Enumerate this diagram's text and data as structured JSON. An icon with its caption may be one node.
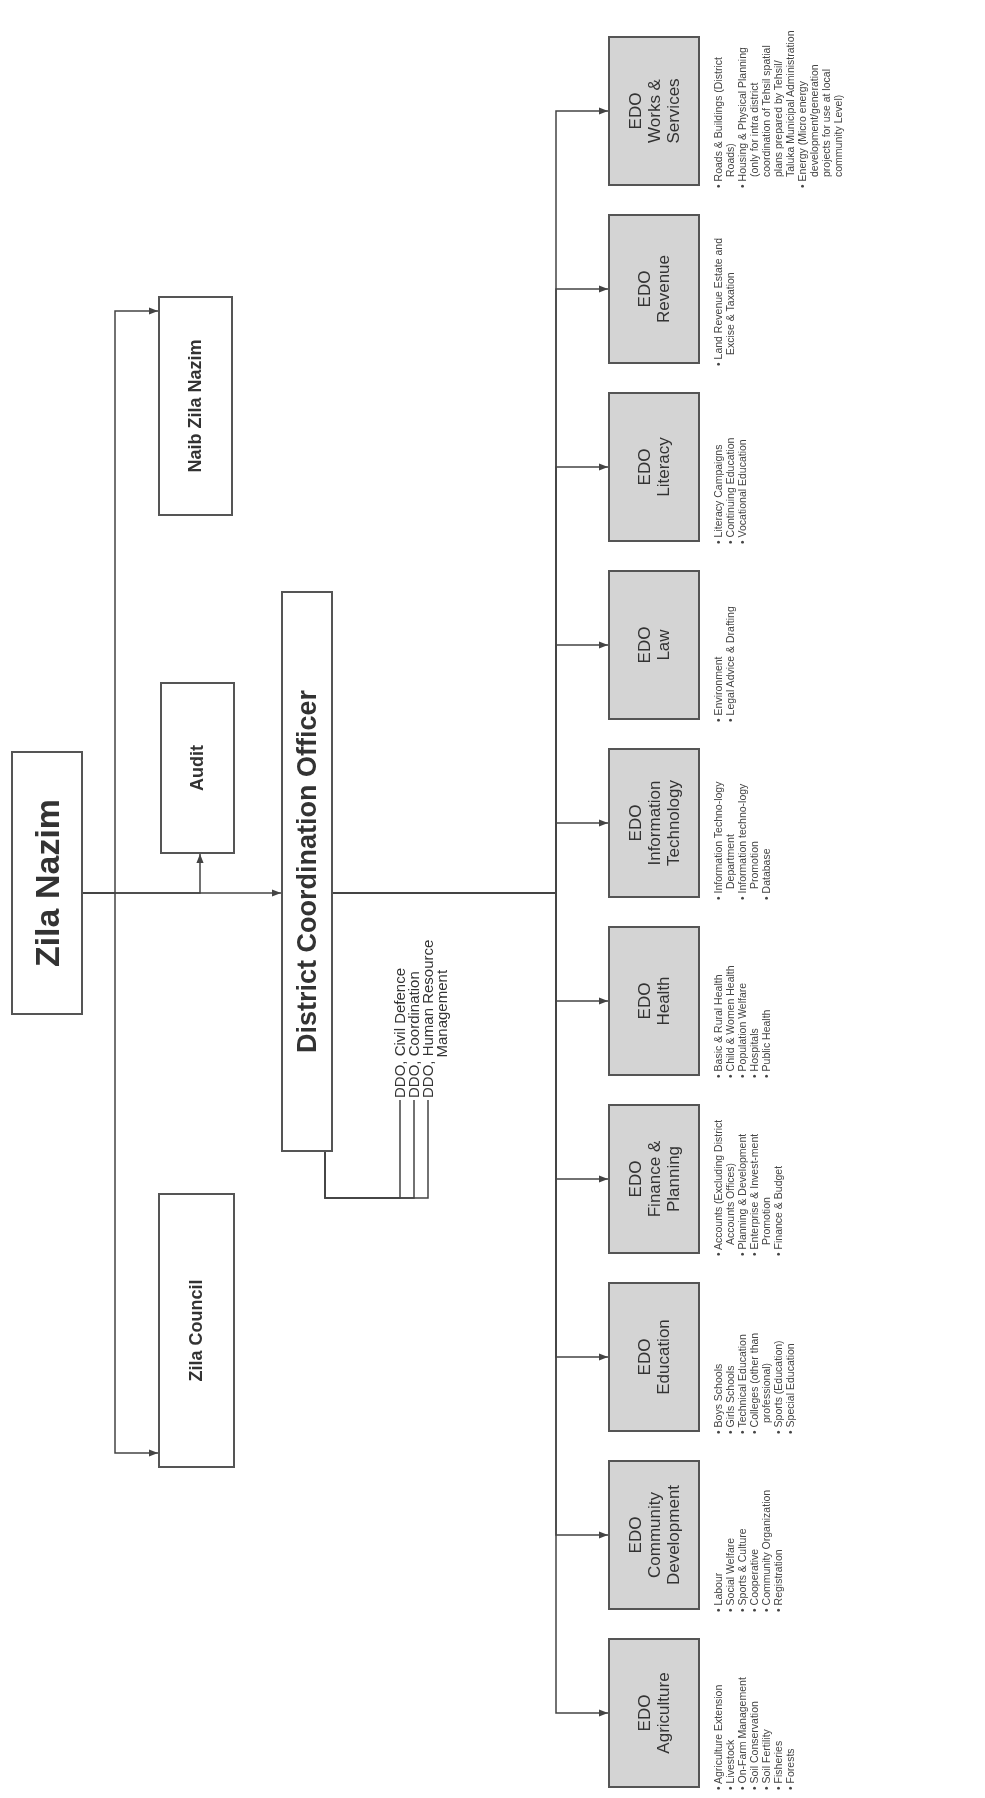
{
  "diagram": {
    "nodes": [
      {
        "text": [
          "Zila Nazim"
        ]
      },
      {
        "text": [
          "Zila Council"
        ]
      },
      {
        "text": [
          "Audit"
        ]
      },
      {
        "text": [
          "Naib Zila Nazim"
        ]
      },
      {
        "text": [
          "District Coordination Officer"
        ]
      },
      {
        "text": [
          "DDO, Civil Defence"
        ]
      },
      {
        "text": [
          "DDO, Coordination"
        ]
      },
      {
        "text": [
          "DDO, Human Resource Management"
        ]
      },
      {
        "text": [
          "EDO",
          "Agriculture"
        ],
        "beside": [
          "• Agriculture Extension",
          "• Livestock",
          "• On-Farm Management",
          "• Soil Conservation",
          "• Soil Fertility",
          "• Fisheries",
          "• Forests"
        ]
      },
      {
        "text": [
          "EDO",
          "Community Development"
        ],
        "beside": [
          "• Labour",
          "• Social Welfare",
          "• Sports & Culture",
          "• Cooperative",
          "• Community Organization",
          "• Registration"
        ]
      },
      {
        "text": [
          "EDO",
          "Education"
        ],
        "beside": [
          "• Boys Schools",
          "• Girls Schools",
          "• Technical Education",
          "• Colleges (other than professional)",
          "• Sports (Education)",
          "• Special Education"
        ]
      },
      {
        "text": [
          "EDO",
          "Finance & Planning"
        ],
        "beside": [
          "• Accounts (Excluding District Accounts Offices)",
          "• Planning & Development",
          "• Enterprise & Invest-ment Promotion",
          "• Finance & Budget"
        ]
      },
      {
        "text": [
          "EDO",
          "Health"
        ],
        "beside": [
          "• Basic & Rural Health",
          "• Child & Women Health",
          "• Population Welfare",
          "• Hospitals",
          "• Public Health"
        ]
      },
      {
        "text": [
          "EDO",
          "Information Technology"
        ],
        "beside": [
          "• Information Techno-logy Department",
          "• Information techno-logy Promotion",
          "• Database"
        ]
      },
      {
        "text": [
          "EDO",
          "Law"
        ],
        "beside": [
          "• Environment",
          "• Legal Advice & Drafting"
        ]
      },
      {
        "text": [
          "EDO",
          "Literacy"
        ],
        "beside": [
          "• Literacy Campaigns",
          "• Continuing Education",
          "• Vocational Education"
        ]
      },
      {
        "text": [
          "EDO",
          "Revenue"
        ],
        "beside": [
          "• Land Revenue Estate and Excise & Taxation"
        ]
      },
      {
        "text": [
          "EDO",
          "Works & Services"
        ],
        "beside": [
          "• Roads & Buildings (District Roads)",
          "• Housing & Physical Planning (only for intra district coordination of Tehsil spatial plans prepared by Tehsil/ Taluka Municipal Administration",
          "• Energy (Micro energy development/generation projects for use at local community Level)"
        ]
      }
    ],
    "edges": [
      {
        "from": 0,
        "to": 1,
        "arrow": "to"
      },
      {
        "from": 0,
        "to": 2,
        "arrow": "to"
      },
      {
        "from": 0,
        "to": 3,
        "arrow": "to"
      },
      {
        "from": 0,
        "to": 4,
        "arrow": "to"
      },
      {
        "from": 4,
        "to": 5,
        "arrow": "none"
      },
      {
        "from": 4,
        "to": 6,
        "arrow": "none"
      },
      {
        "from": 4,
        "to": 7,
        "arrow": "none"
      },
      {
        "from": 4,
        "to": 8,
        "arrow": "to"
      },
      {
        "from": 4,
        "to": 9,
        "arrow": "to"
      },
      {
        "from": 4,
        "to": 10,
        "arrow": "to"
      },
      {
        "from": 4,
        "to": 11,
        "arrow": "to"
      },
      {
        "from": 4,
        "to": 12,
        "arrow": "to"
      },
      {
        "from": 4,
        "to": 13,
        "arrow": "to"
      },
      {
        "from": 4,
        "to": 14,
        "arrow": "to"
      },
      {
        "from": 4,
        "to": 15,
        "arrow": "to"
      },
      {
        "from": 4,
        "to": 16,
        "arrow": "to"
      },
      {
        "from": 4,
        "to": 17,
        "arrow": "to"
      }
    ]
  }
}
